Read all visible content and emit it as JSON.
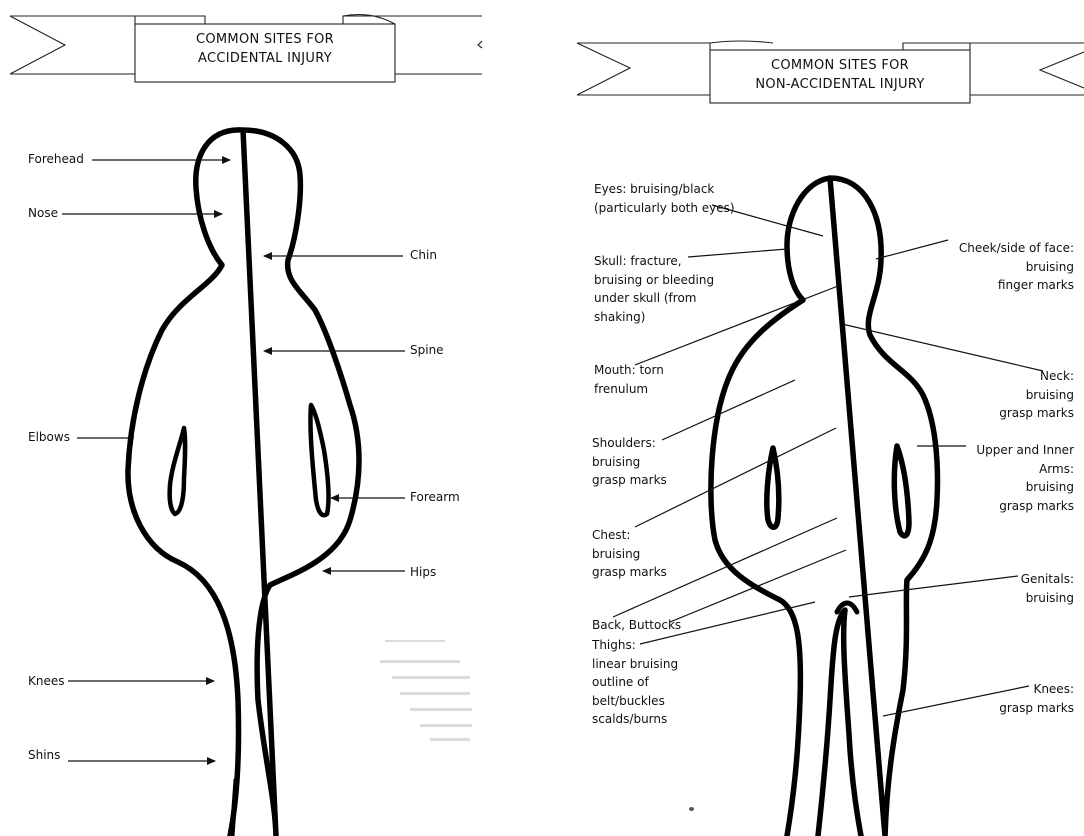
{
  "left": {
    "banner": {
      "line1": "COMMON SITES FOR",
      "line2": "ACCIDENTAL INJURY"
    },
    "labels": {
      "forehead": "Forehead",
      "nose": "Nose",
      "chin": "Chin",
      "spine": "Spine",
      "elbows": "Elbows",
      "forearm": "Forearm",
      "hips": "Hips",
      "knees": "Knees",
      "shins": "Shins"
    }
  },
  "right": {
    "banner": {
      "line1": "COMMON SITES FOR",
      "line2": "NON-ACCIDENTAL INJURY"
    },
    "labels": {
      "eyes": "Eyes: bruising/black\n(particularly both eyes)",
      "skull": "Skull: fracture,\nbruising or bleeding\nunder skull (from\nshaking)",
      "mouth": "Mouth: torn\nfrenulum",
      "shoulders": "Shoulders:\nbruising\ngrasp marks",
      "chest": "Chest:\nbruising\ngrasp marks",
      "back": "Back, Buttocks",
      "thighs": "Thighs:\nlinear bruising\noutline of\nbelt/buckles\nscalds/burns",
      "cheek": "Cheek/side of face:\nbruising\nfinger marks",
      "neck": "Neck:\nbruising\ngrasp marks",
      "arms": "Upper and Inner\nArms:\nbruising\ngrasp marks",
      "genitals": "Genitals:\nbruising",
      "knees": "Knees:\ngrasp marks"
    }
  }
}
